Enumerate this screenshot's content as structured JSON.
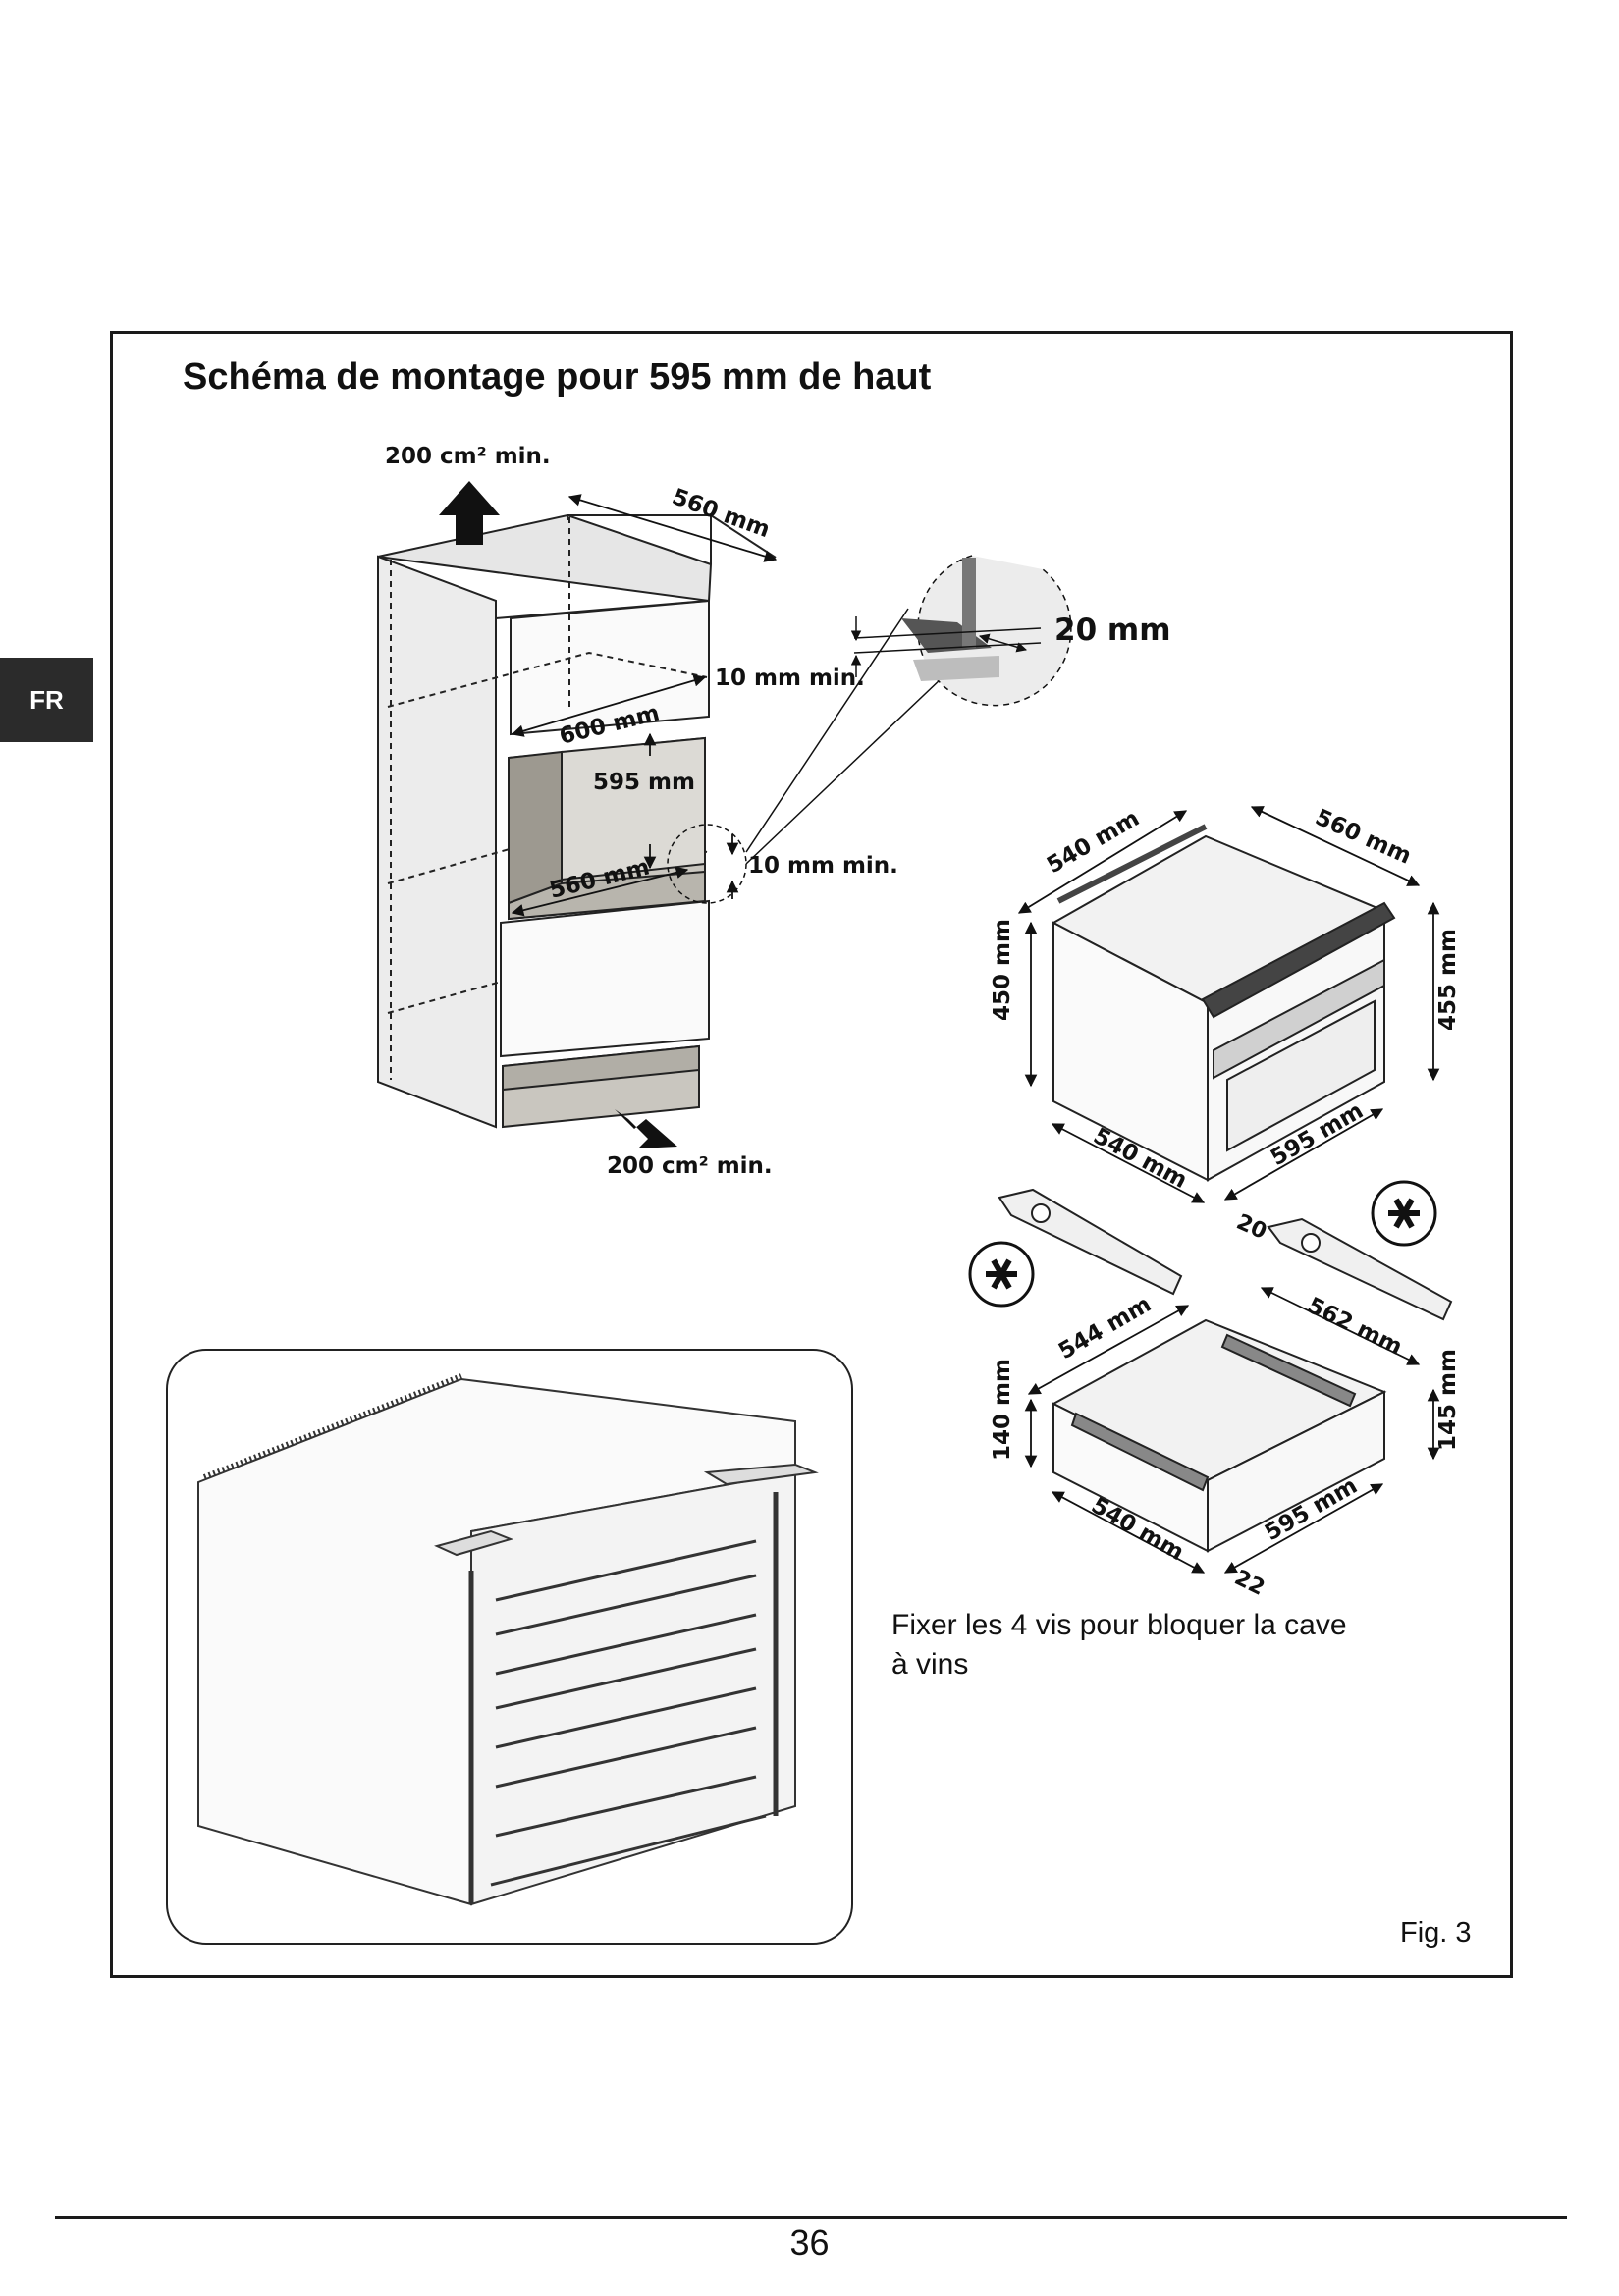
{
  "lang_tab": "FR",
  "title": "Schéma de montage pour 595 mm de haut",
  "labels": {
    "vent_top": "200 cm² min.",
    "vent_bottom": "200 cm² min.",
    "cab_depth": "560 mm",
    "cab_width": "600 mm",
    "cab_height": "595 mm",
    "cab_inner_depth": "560 mm",
    "gap_top": "10 mm min.",
    "gap_bottom": "10 mm min.",
    "detail_gap": "20 mm",
    "unit_depth_top": "540 mm",
    "unit_depth_side": "560 mm",
    "unit_height_left": "450 mm",
    "unit_height_right": "455 mm",
    "unit_depth_bottom": "540 mm",
    "unit_width": "595 mm",
    "unit_offset": "20",
    "drawer_depth_top": "544 mm",
    "drawer_depth_side": "562 mm",
    "drawer_height_left": "140 mm",
    "drawer_height_right": "145 mm",
    "drawer_depth_bottom": "540 mm",
    "drawer_width": "595 mm",
    "drawer_offset": "22"
  },
  "note": "Fixer les 4 vis pour bloquer la cave à vins",
  "figure_label": "Fig. 3",
  "page_number": "36"
}
